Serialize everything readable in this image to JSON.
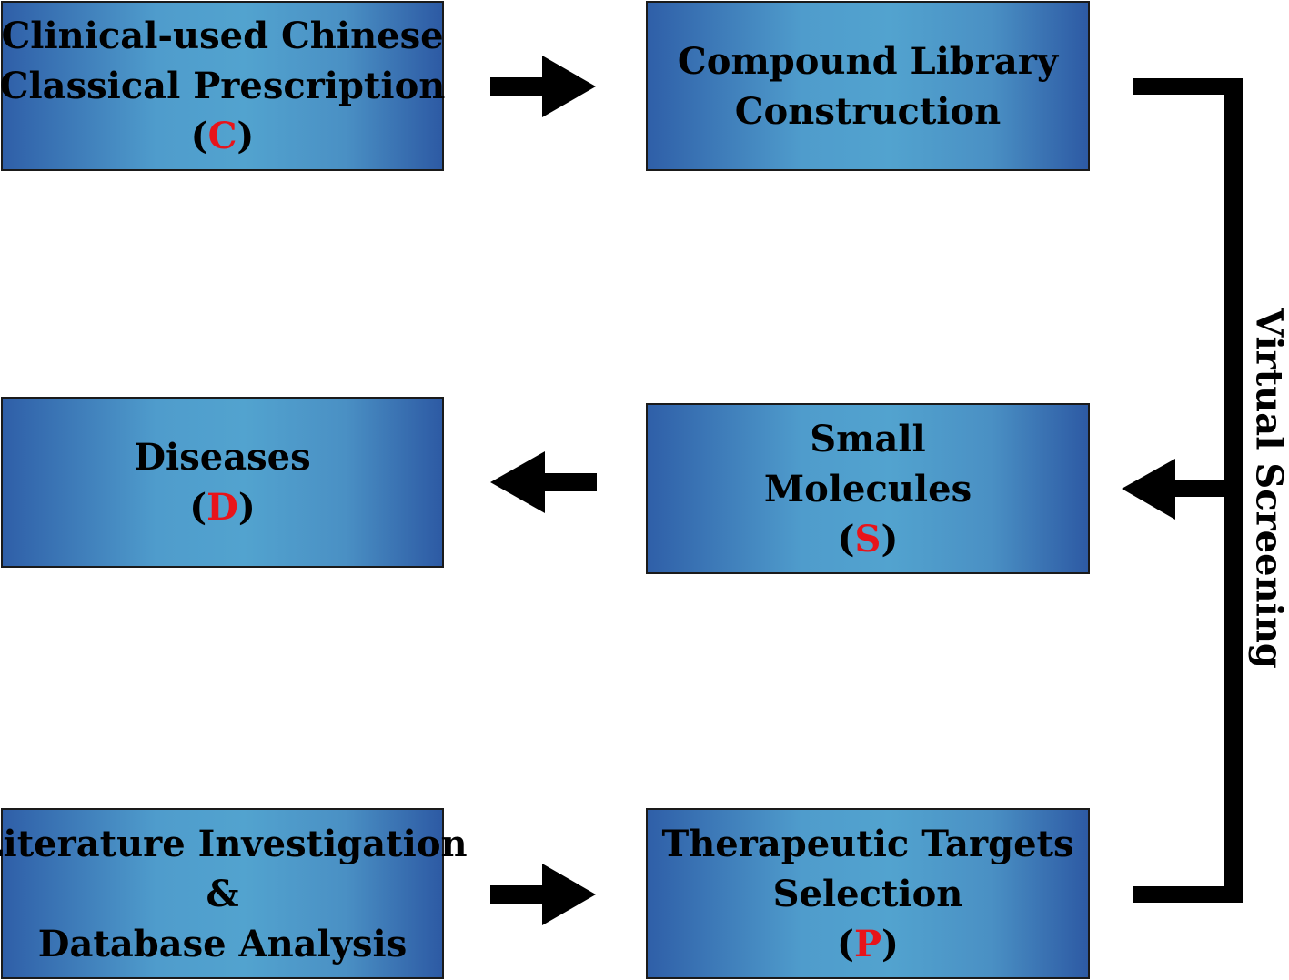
{
  "boxes": {
    "prescription": {
      "lines": [
        "Clinical-used Chinese",
        "Classical Prescription"
      ],
      "abbr": "C"
    },
    "library": {
      "lines": [
        "Compound Library",
        "Construction"
      ]
    },
    "diseases": {
      "lines": [
        "Diseases"
      ],
      "abbr": "D"
    },
    "molecules": {
      "lines": [
        "Small",
        "Molecules"
      ],
      "abbr": "S"
    },
    "literature": {
      "lines": [
        "Literature Investigation",
        "&",
        "Database Analysis"
      ]
    },
    "targets": {
      "lines": [
        "Therapeutic Targets",
        "Selection"
      ],
      "abbr": "P"
    }
  },
  "side_label": "Virtual Screening",
  "colors": {
    "box_gradient_edge": "#2f5fa8",
    "box_gradient_center": "#52a3cf",
    "abbreviation": "#e8141a",
    "arrow": "#000000"
  }
}
